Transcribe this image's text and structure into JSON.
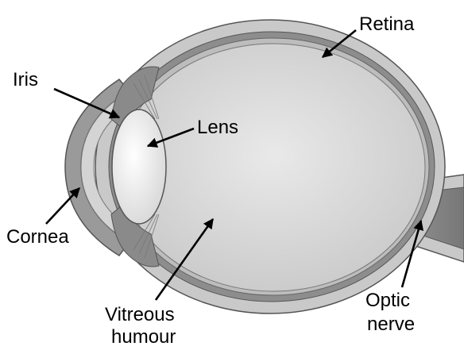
{
  "labels": {
    "retina": "Retina",
    "iris": "Iris",
    "lens": "Lens",
    "cornea": "Cornea",
    "vitreous_line1": "Vitreous",
    "vitreous_line2": "humour",
    "optic_line1": "Optic",
    "optic_line2": "nerve"
  },
  "colors": {
    "sclera": "#c9c9c9",
    "choroid": "#8d8d8d",
    "vitreous": "#dcdcdc",
    "lens": "#f7f7f7",
    "outline": "#555555"
  }
}
